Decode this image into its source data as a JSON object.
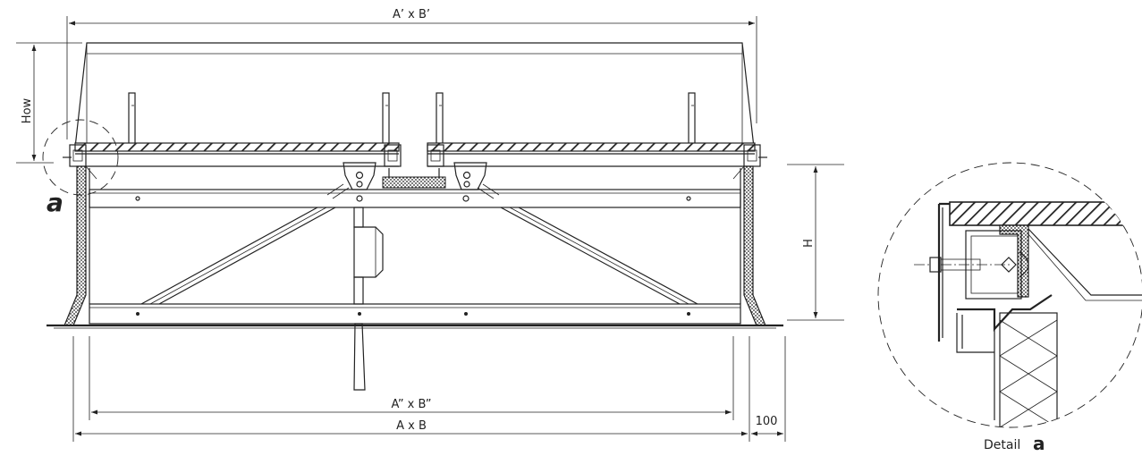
{
  "dimensions": {
    "top_width": "A’ x B’",
    "height_left": "How",
    "height_right": "H",
    "inner_width": "A” x B”",
    "outer_width": "A x B",
    "flange": "100"
  },
  "detail": {
    "marker": "a",
    "caption_prefix": "Detail",
    "caption_letter": "a"
  }
}
